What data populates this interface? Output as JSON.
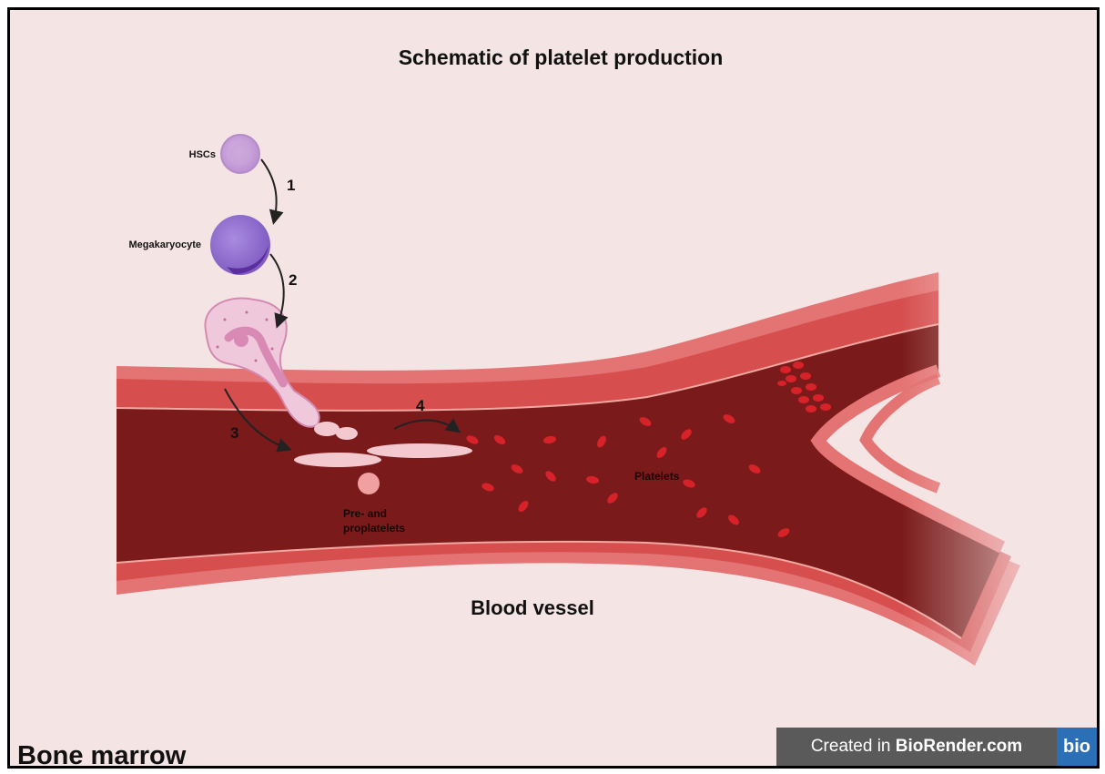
{
  "title": "Schematic of platelet production",
  "labels": {
    "hscs": "HSCs",
    "megakaryocyte": "Megakaryocyte",
    "pre_pro_line1": "Pre- and",
    "pre_pro_line2": "proplatelets",
    "platelets": "Platelets",
    "blood_vessel": "Blood vessel",
    "bone_marrow": "Bone marrow"
  },
  "steps": [
    "1",
    "2",
    "3",
    "4"
  ],
  "badge": {
    "prefix": "Created in ",
    "brand": "BioRender.com",
    "logo": "bio"
  },
  "colors": {
    "background": "#f4e4e4",
    "vessel_wall": "#e06a6a",
    "vessel_lumen": "#7a1a1a",
    "platelet": "#d8222a",
    "hsc": "#c9a0d8",
    "megakaryocyte": "#8a64c8"
  }
}
